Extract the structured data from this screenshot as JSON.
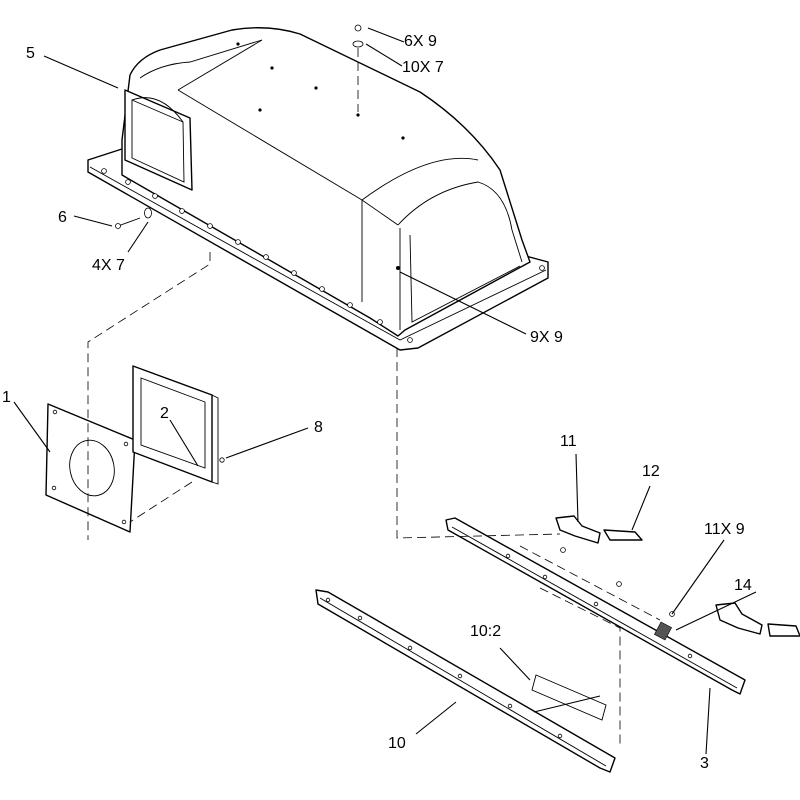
{
  "callouts": {
    "c1": "1",
    "c2": "2",
    "c3": "3",
    "c5": "5",
    "c6": "6",
    "c8": "8",
    "c10": "10",
    "c10_2": "10:2",
    "c11": "11",
    "c12": "12",
    "c14": "14",
    "q_6x9": "6X 9",
    "q_10x7": "10X 7",
    "q_4x7": "4X 7",
    "q_9x9": "9X 9",
    "q_11x9": "11X 9"
  }
}
